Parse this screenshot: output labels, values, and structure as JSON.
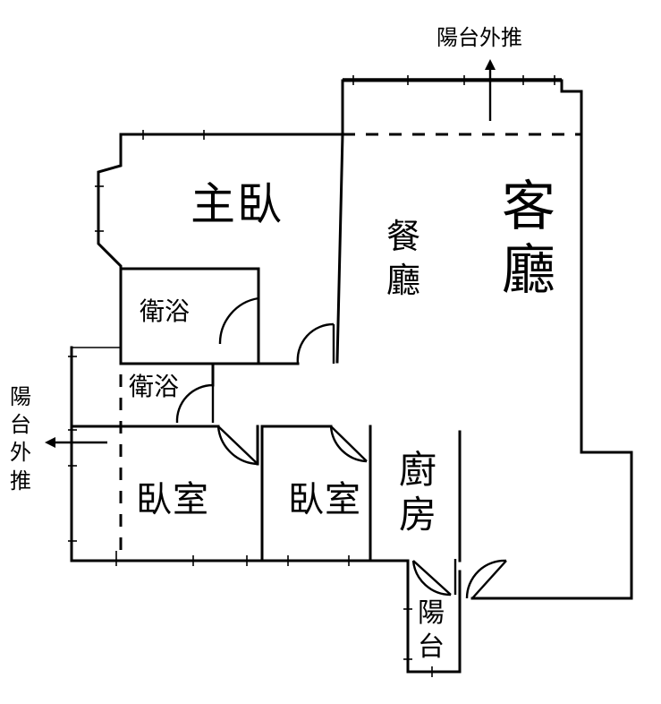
{
  "rooms": {
    "master_bedroom": "主臥",
    "living_room": [
      "客",
      "廳"
    ],
    "dining_room": [
      "餐",
      "廳"
    ],
    "bathroom_upper": "衛浴",
    "bathroom_lower": "衛浴",
    "bedroom_left": "臥室",
    "bedroom_middle": "臥室",
    "kitchen": [
      "廚",
      "房"
    ],
    "balcony": [
      "陽",
      "台"
    ]
  },
  "annotations": {
    "balcony_extension_top": "陽台外推",
    "balcony_extension_left": [
      "陽",
      "台",
      "外",
      "推"
    ]
  }
}
